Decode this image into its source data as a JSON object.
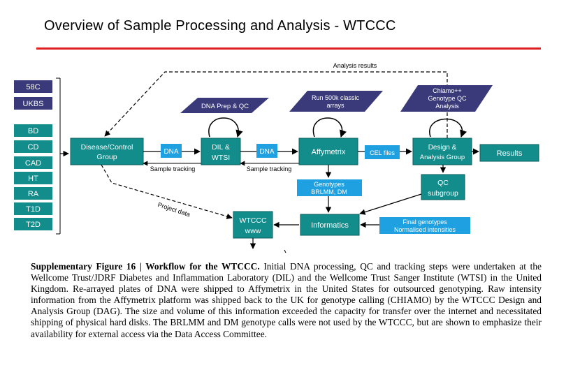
{
  "slide": {
    "title": "Overview of Sample Processing and Analysis - WTCCC"
  },
  "diagram": {
    "colors": {
      "teal": "#138c8c",
      "navy": "#3a3a7a",
      "light_blue": "#1fa0e0",
      "red_rule": "#e02020"
    },
    "sources": [
      "58C",
      "UKBS",
      "BD",
      "CD",
      "CAD",
      "HT",
      "RA",
      "T1D",
      "T2D"
    ],
    "labels": {
      "analysis_results": "Analysis results",
      "dna_prep": "DNA Prep & QC",
      "run_arrays_1": "Run 500k classic",
      "run_arrays_2": "arrays",
      "chiamo_1": "Chiamo++",
      "chiamo_2": "Genotype QC",
      "chiamo_3": "Analysis",
      "disease_1": "Disease/Control",
      "disease_2": "Group",
      "dna_a": "DNA",
      "dil_1": "DIL  &",
      "dil_2": "WTSI",
      "dna_b": "DNA",
      "affymetrix": "Affymetrix",
      "cel_files": "CEL files",
      "design_1": "Design &",
      "design_2": "Analysis Group",
      "results": "Results",
      "sample_tracking_1": "Sample tracking",
      "sample_tracking_2": "Sample tracking",
      "genotypes_1": "Genotypes",
      "genotypes_2": "BRLMM, DM",
      "qc_1": "QC",
      "qc_2": "subgroup",
      "project_data": "Project data",
      "wtccc_1": "WTCCC",
      "wtccc_2": "www",
      "informatics": "Informatics",
      "final_1": "Final  genotypes",
      "final_2": "Normalised intensities"
    }
  },
  "caption": {
    "heading": "Supplementary Figure 16 | Workflow for the WTCCC.",
    "body": " Initial DNA processing, QC and tracking steps were undertaken at the Wellcome Trust/JDRF Diabetes and Inflammation Laboratory (DIL) and the Wellcome Trust Sanger Institute (WTSI) in the United Kingdom.  Re-arrayed plates of DNA were shipped to Affymetrix in the United States for outsourced genotyping.  Raw intensity information from the Affymetrix platform was shipped back to the UK for genotype calling (CHIAMO) by the WTCCC Design and Analysis Group (DAG).  The size and volume of this information exceeded the capacity for transfer over the internet and necessitated shipping of physical hard disks.  The BRLMM and DM genotype calls were not used by the WTCCC, but are shown to emphasize their availability for external access via the Data Access Committee."
  }
}
